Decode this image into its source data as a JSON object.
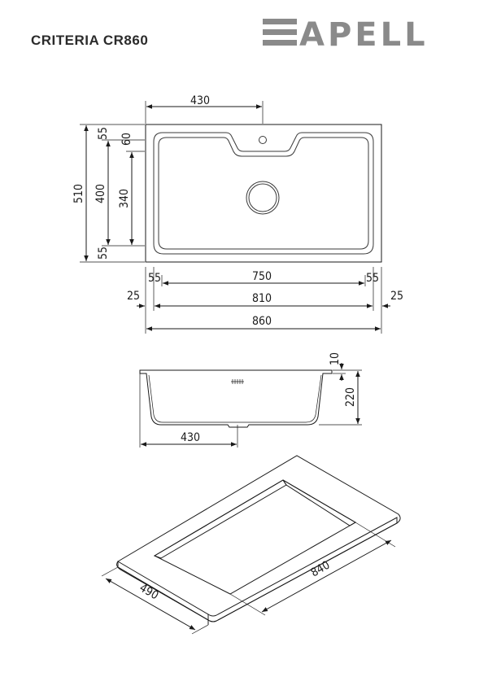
{
  "header": {
    "model": "CRITERIA CR860",
    "brand": "APELL",
    "brand_color": "#8a8a8a"
  },
  "top_view": {
    "dim_430": "430",
    "dim_510": "510",
    "dim_400": "400",
    "dim_340": "340",
    "dim_55_top": "55",
    "dim_55_bottom": "55",
    "dim_60": "60",
    "dim_55_left": "55",
    "dim_750": "750",
    "dim_55_right": "55",
    "dim_25_left": "25",
    "dim_810": "810",
    "dim_25_right": "25",
    "dim_860": "860"
  },
  "side_view": {
    "dim_10": "10",
    "dim_220": "220",
    "dim_430": "430"
  },
  "cutout_view": {
    "dim_490": "490",
    "dim_840": "840"
  }
}
